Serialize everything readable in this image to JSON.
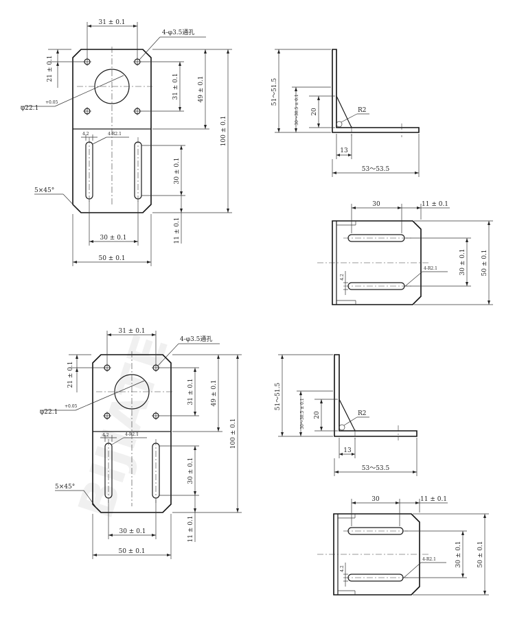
{
  "watermark": "BIJIATE",
  "front_view": {
    "hole_spacing": "31 ± 0.1",
    "hole_callout": "4-φ3.5通孔",
    "top_hole_offset": "21 ± 0.1",
    "center_bore": "φ22.1",
    "bore_tolerance": "+0.05",
    "hole_vertical_spacing": "31 ± 0.1",
    "motor_section_height": "49 ± 0.1",
    "total_height": "100 ± 0.1",
    "slot_width": "4.2",
    "slot_radius": "4-R2.1",
    "slot_length": "30 ± 0.1",
    "chamfer": "5×45°",
    "slot_spacing": "30 ± 0.1",
    "slot_bottom_offset": "11 ± 0.1",
    "total_width": "50 ± 0.1"
  },
  "side_view": {
    "leg_height": "51～51.5",
    "fold_height": "30～30.5 ± 0.1",
    "gusset_height": "20",
    "gusset_radius": "R2",
    "gusset_width": "13",
    "base_length": "53～53.5"
  },
  "base_view": {
    "slot_length": "30",
    "slot_end_offset": "11 ± 0.1",
    "slot_spacing": "30 ± 0.1",
    "base_width": "50 ± 0.1",
    "slot_width": "4.2",
    "slot_radius": "4-R2.1"
  }
}
